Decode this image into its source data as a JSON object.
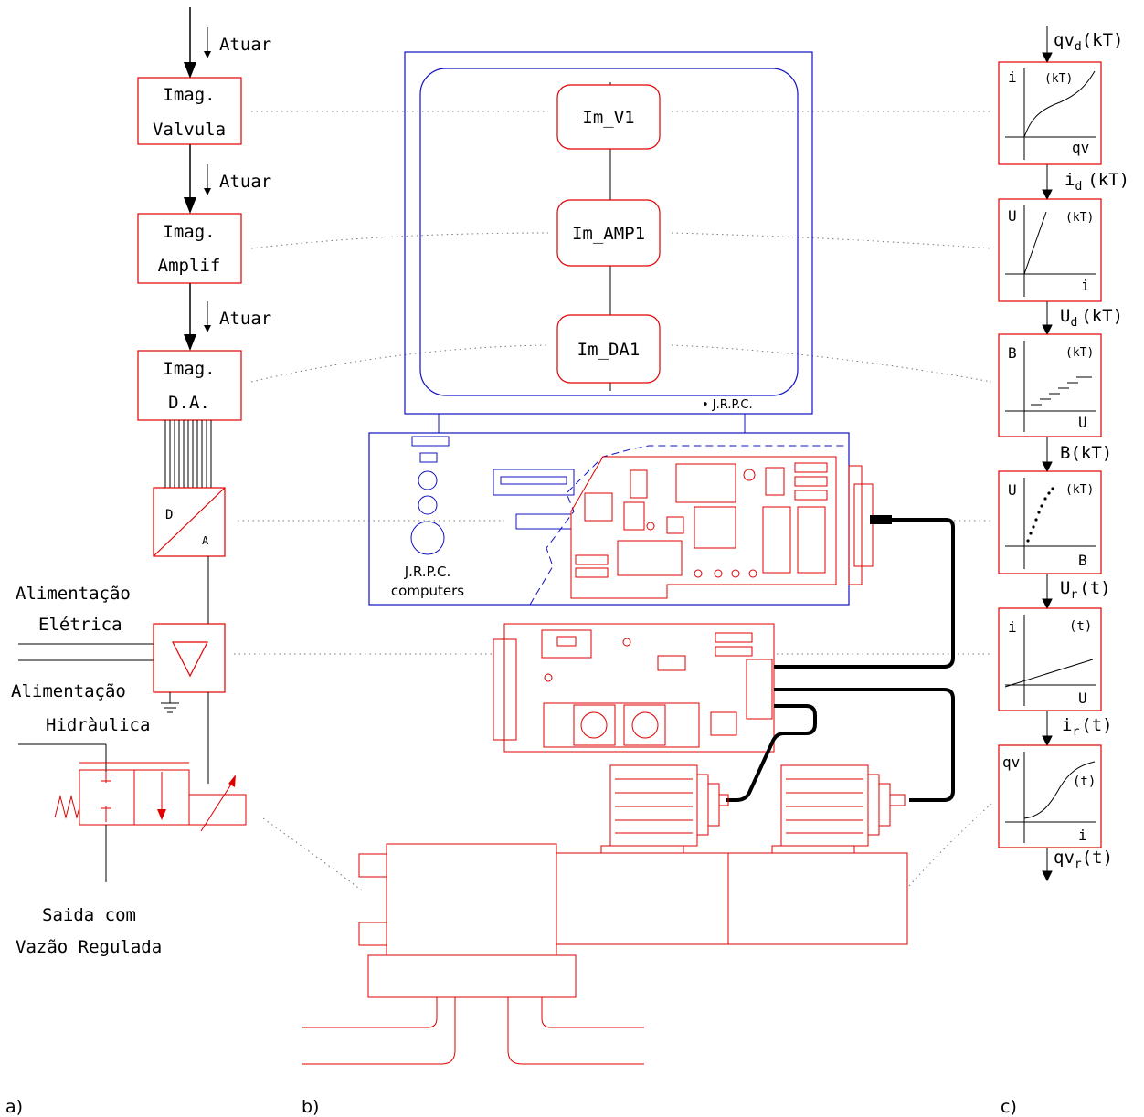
{
  "colors": {
    "red": "#e00000",
    "blue": "#1010c0",
    "black": "#000000",
    "dots": "#777777"
  },
  "panel_a": {
    "panel_label": "a)",
    "blocks": [
      {
        "line1": "Imag.",
        "line2": "Valvula"
      },
      {
        "line1": "Imag.",
        "line2": "Amplif"
      },
      {
        "line1": "Imag.",
        "line2": "D.A."
      }
    ],
    "atuar": [
      "Atuar",
      "Atuar",
      "Atuar"
    ],
    "da_block": {
      "top": "D",
      "bottom": "A"
    },
    "power_elec": {
      "line1": "Alimentação",
      "line2": "Elétrica"
    },
    "power_hyd": {
      "line1": "Alimentação",
      "line2": "Hidràulica"
    },
    "output": {
      "line1": "Saida  com",
      "line2": "Vazão  Regulada"
    }
  },
  "panel_b": {
    "panel_label": "b)",
    "screen_nodes": [
      "Im_V1",
      "Im_AMP1",
      "Im_DA1"
    ],
    "monitor_brand": "• J.R.P.C.",
    "case_brand_line1": "J.R.P.C.",
    "case_brand_line2": "computers"
  },
  "panel_c": {
    "panel_label": "c)",
    "signals": [
      {
        "base": "qv",
        "sub": "d",
        "arg": "(kT)"
      },
      {
        "base": "i",
        "sub": "d",
        "arg": "(kT)"
      },
      {
        "base": "U",
        "sub": "d",
        "arg": "(kT)"
      },
      {
        "base": "B",
        "sub": "",
        "arg": "(kT)"
      },
      {
        "base": "U",
        "sub": "r",
        "arg": "(t)"
      },
      {
        "base": "i",
        "sub": "r",
        "arg": "(t)"
      },
      {
        "base": "qv",
        "sub": "r",
        "arg": "(t)"
      }
    ],
    "graphs": [
      {
        "y": "i",
        "x": "qv",
        "tag": "(kT)",
        "curve": "s-curve"
      },
      {
        "y": "U",
        "x": "i",
        "tag": "(kT)",
        "curve": "linear-steep"
      },
      {
        "y": "B",
        "x": "U",
        "tag": "(kT)",
        "curve": "staircase"
      },
      {
        "y": "U",
        "x": "B",
        "tag": "(kT)",
        "curve": "dotted-linear"
      },
      {
        "y": "i",
        "x": "U",
        "tag": "(t)",
        "curve": "linear-shallow"
      },
      {
        "y": "qv",
        "x": "i",
        "tag": "(t)",
        "curve": "s-curve"
      }
    ]
  }
}
